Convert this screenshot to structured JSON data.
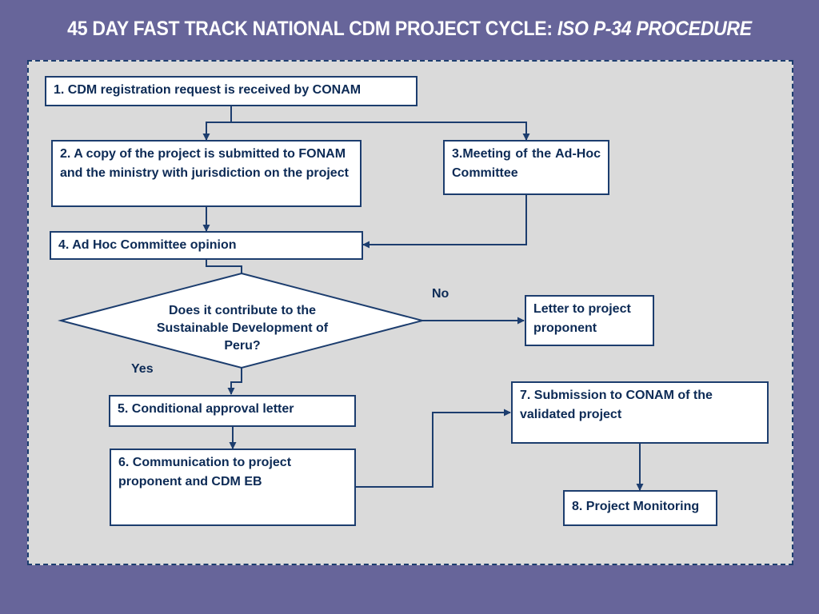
{
  "title": {
    "main": "45 DAY FAST TRACK NATIONAL CDM PROJECT CYCLE: ",
    "emphasis": "ISO P-34 PROCEDURE"
  },
  "steps": {
    "s1": "1. CDM registration request is received by CONAM",
    "s2": "2. A copy of the project is submitted to FONAM and the ministry with jurisdiction on the project",
    "s3": "3.Meeting of the Ad-Hoc Committee",
    "s4": "4. Ad Hoc Committee opinion",
    "s5": "5. Conditional approval letter",
    "s6": "6. Communication to project proponent and CDM EB",
    "s7": "7. Submission to CONAM of the validated project",
    "s8": "8. Project Monitoring",
    "letter": "Letter to project proponent"
  },
  "decision": {
    "question": "Does it contribute to the Sustainable Development of Peru?",
    "yes_label": "Yes",
    "no_label": "No"
  },
  "colors": {
    "background": "#67659a",
    "panel": "#dadada",
    "line": "#1c3d6e",
    "text": "#0c2a55"
  }
}
